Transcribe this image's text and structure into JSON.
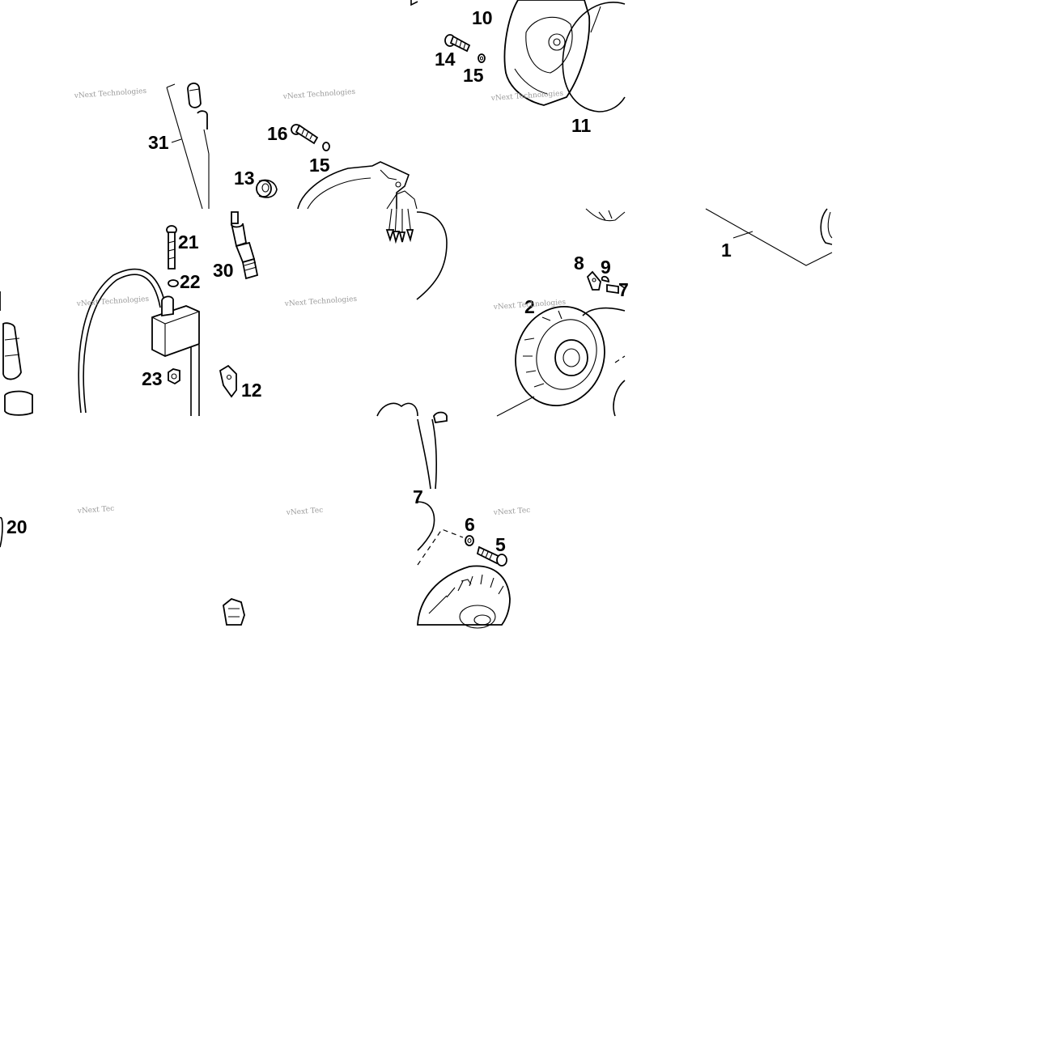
{
  "callouts": {
    "c10": "10",
    "c14": "14",
    "c15a": "15",
    "c11": "11",
    "c31": "31",
    "c16": "16",
    "c15b": "15",
    "c13": "13",
    "c21": "21",
    "c22": "22",
    "c30": "30",
    "c23": "23",
    "c12": "12",
    "c8": "8",
    "c9": "9",
    "c7a": "7",
    "c2": "2",
    "c1": "1",
    "c20": "20",
    "c7b": "7",
    "c6": "6",
    "c5": "5"
  },
  "watermark": {
    "text": "vNext Technologies",
    "partial": "vNext Tec",
    "partial2": "vNext Tec",
    "partial3": "vNext Tec"
  },
  "colors": {
    "ink": "#000000",
    "background": "#ffffff",
    "watermark": "#9a9a9a"
  }
}
